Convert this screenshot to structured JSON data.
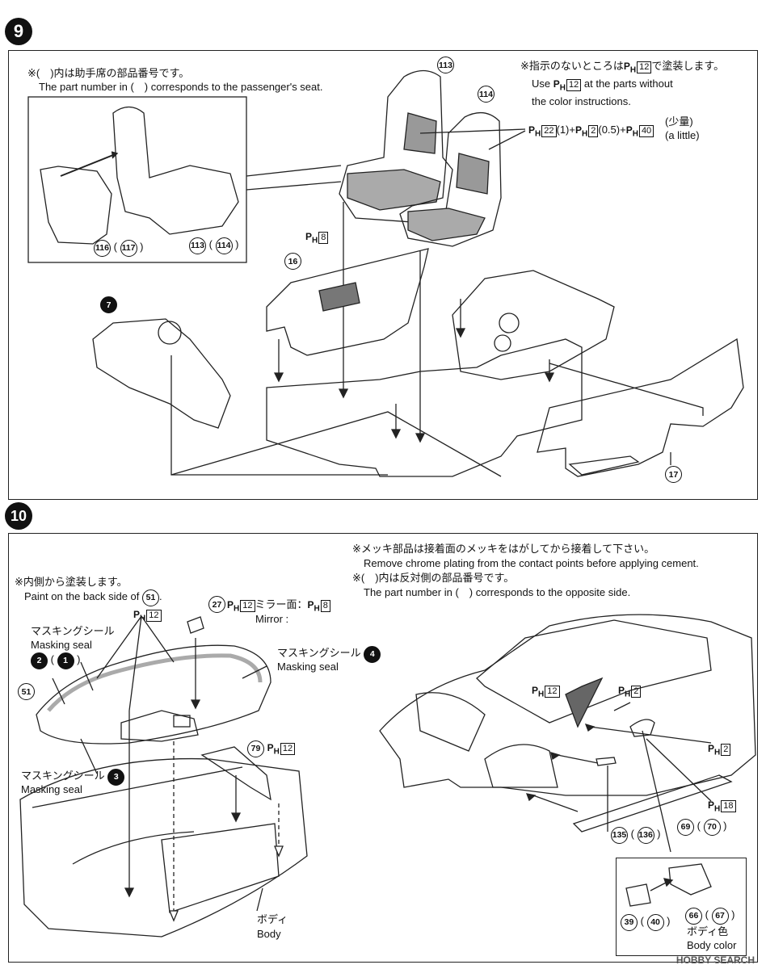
{
  "step9": {
    "badge": "9",
    "note_ja": "※(　)内は助手席の部品番号です。",
    "note_en": "The part number in (　) corresponds to the passenger's seat.",
    "paint_note_ja": "※指示のないところは",
    "paint_note_ja2": "で塗装します。",
    "paint_color_default": "12",
    "paint_note_en_use": "Use",
    "paint_note_en_rest": "at the parts without",
    "paint_note_en2": "the color instructions.",
    "mix_22": "22",
    "mix_22_amt": "(1)+",
    "mix_2": "2",
    "mix_2_amt": "(0.5)+",
    "mix_40": "40",
    "mix_small_ja": "(少量)",
    "mix_small_en": "(a little)",
    "ph_door": "8",
    "parts": {
      "p113": "113",
      "p114": "114",
      "p116": "116",
      "p117": "117",
      "p113b": "113",
      "p114b": "114",
      "p16": "16",
      "p7": "7",
      "p17": "17"
    }
  },
  "step10": {
    "badge": "10",
    "back_note_ja": "※内側から塗装します。",
    "back_note_en": "Paint on the back side of",
    "back_part": "51",
    "ph_12a": "12",
    "mask_ja_1": "マスキングシール",
    "mask_en_1": "Masking seal",
    "mask_ja_4": "マスキングシール",
    "mask_en_4": "Masking seal",
    "mask_ja_3": "マスキングシール",
    "mask_en_3": "Masking seal",
    "seal_2": "2",
    "seal_1": "1",
    "seal_4": "4",
    "seal_3": "3",
    "part_51": "51",
    "part_27": "27",
    "ph_27": "12",
    "mirror_ja": "ミラー面：",
    "ph_mirror": "8",
    "mirror_en": "Mirror :",
    "part_79": "79",
    "ph_79": "12",
    "body_ja": "ボディ",
    "body_en": "Body",
    "chrome_ja": "※メッキ部品は接着面のメッキをはがしてから接着して下さい。",
    "chrome_en": "Remove chrome plating from the contact points before applying cement.",
    "opp_ja": "※(　)内は反対側の部品番号です。",
    "opp_en": "The part number in (　) corresponds to the opposite side.",
    "ph_roof": "12",
    "ph_pillar": "2",
    "ph_handle": "2",
    "ph_sill": "18",
    "part_135": "135",
    "part_136": "136",
    "part_69": "69",
    "part_70": "70",
    "part_39": "39",
    "part_40": "40",
    "part_66": "66",
    "part_67": "67",
    "mirror_color_ja": "ボディ色",
    "mirror_color_en": "Body color"
  },
  "watermark": "HOBBY SEARCH"
}
